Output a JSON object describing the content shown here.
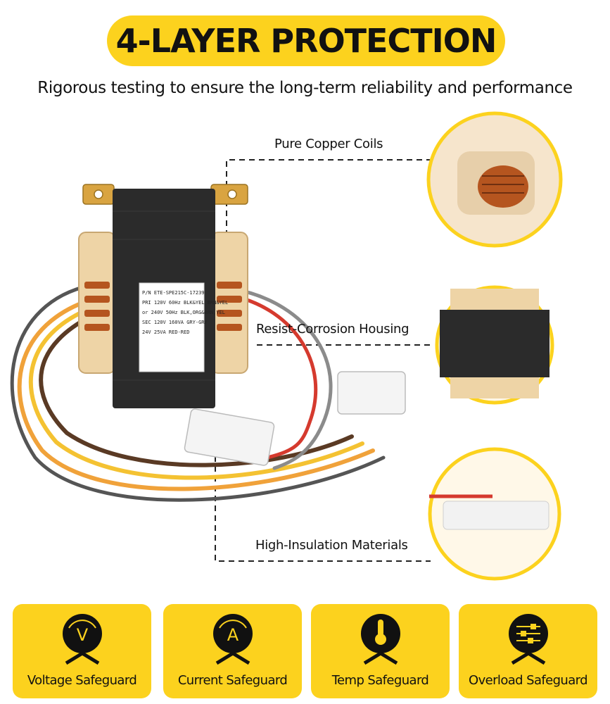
{
  "header": {
    "title": "4-LAYER PROTECTION",
    "subtitle": "Rigorous testing to ensure the long-term reliability and performance"
  },
  "product": {
    "label_lines": [
      "P/N ETE-SPE215C-17239",
      "PRI 120V 60Hz BLK&YEL BRN&YEL",
      "or 240V 50Hz BLK,ORG&BRN,YEL",
      "SEC 120V 160VA GRY-GRY",
      "24V 25VA RED-RED"
    ]
  },
  "features": [
    {
      "label": "Pure Copper Coils"
    },
    {
      "label": "Resist-Corrosion Housing"
    },
    {
      "label": "High-Insulation Materials"
    }
  ],
  "cards": [
    {
      "label": "Voltage Safeguard",
      "glyph": "V",
      "icon": "voltmeter-icon"
    },
    {
      "label": "Current Safeguard",
      "glyph": "A",
      "icon": "ammeter-icon"
    },
    {
      "label": "Temp Safeguard",
      "icon": "thermometer-icon"
    },
    {
      "label": "Overload Safeguard",
      "icon": "sliders-icon"
    }
  ],
  "colors": {
    "accent": "#fcd21e",
    "text": "#111111",
    "core": "#2b2b2b",
    "bobbin": "#eed4a6",
    "copper": "#b5551f"
  }
}
